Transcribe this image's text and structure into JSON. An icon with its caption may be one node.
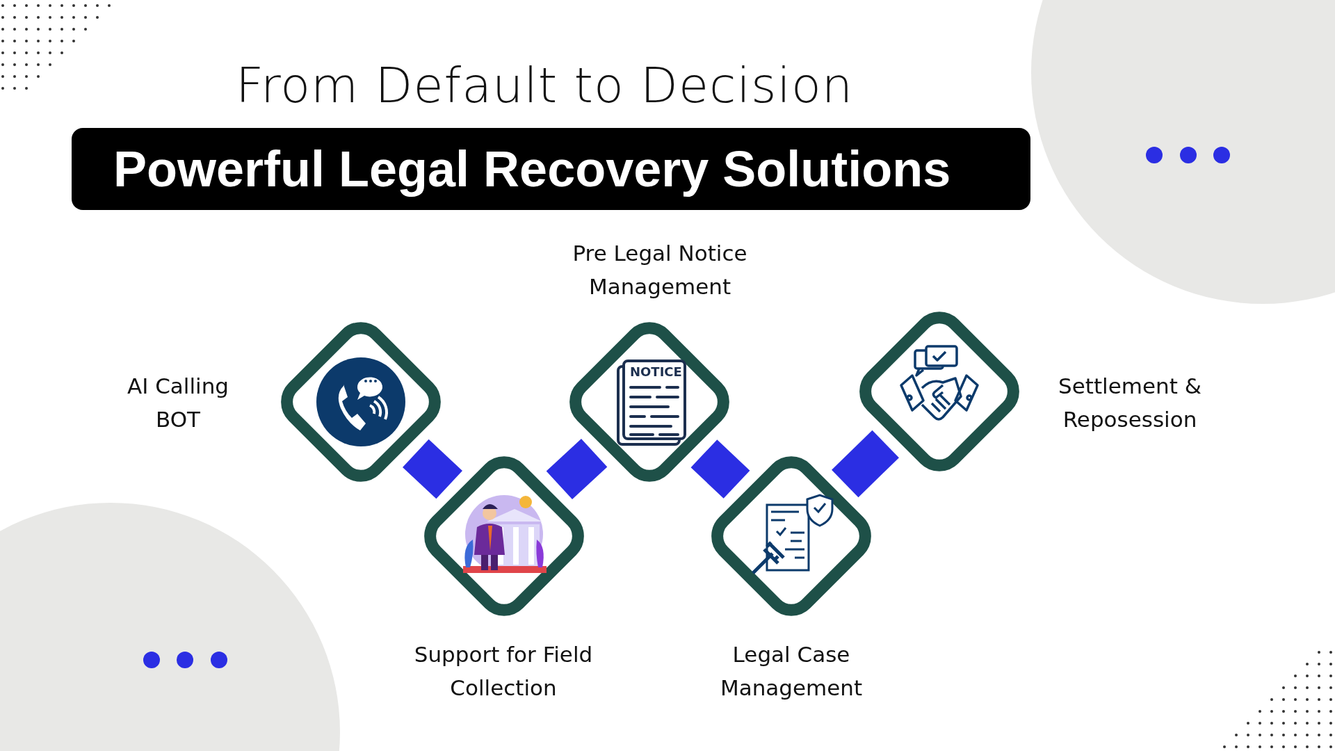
{
  "diagram": {
    "title": "From Default to Decision",
    "nodes": [
      {
        "text": [
          "Powerful Legal Recovery Solutions"
        ]
      },
      {
        "text": [
          "AI Calling BOT"
        ]
      },
      {
        "text": [
          "Support for Field Collection"
        ]
      },
      {
        "text": [
          "Pre Legal Notice Management"
        ]
      },
      {
        "text": [
          "Legal Case Management"
        ]
      },
      {
        "text": [
          "Settlement & Reposession"
        ]
      }
    ],
    "edges": [
      {
        "from": 1,
        "to": 2,
        "arrow": "none"
      },
      {
        "from": 2,
        "to": 3,
        "arrow": "none"
      },
      {
        "from": 3,
        "to": 4,
        "arrow": "none"
      },
      {
        "from": 4,
        "to": 5,
        "arrow": "none"
      }
    ],
    "labels": [
      "NOTICE"
    ]
  }
}
